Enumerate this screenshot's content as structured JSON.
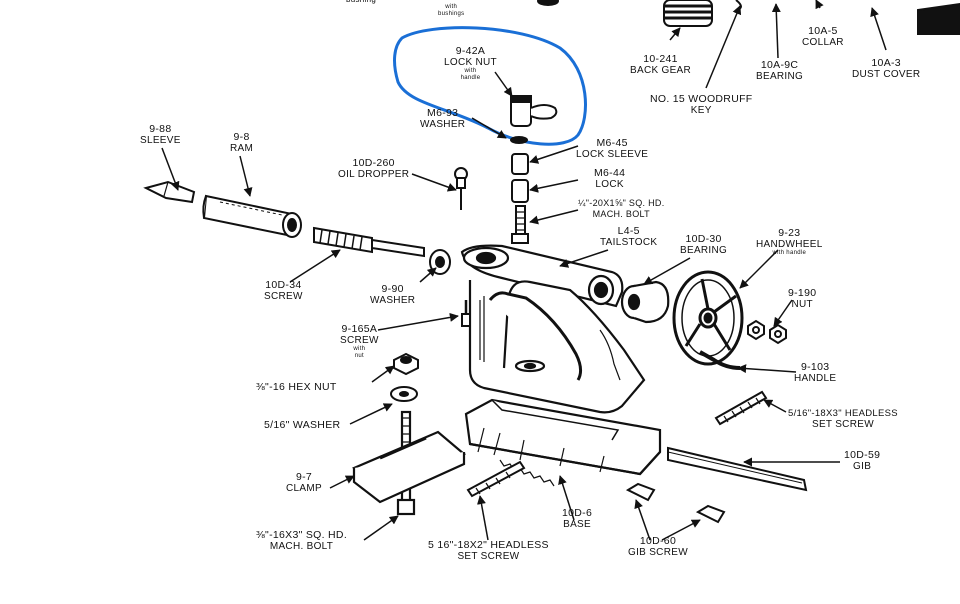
{
  "highlight_color": "#1a6fd6",
  "ink_color": "#111111",
  "labels": {
    "bushing_top": {
      "d": "bushing"
    },
    "bushing_with": {
      "n": "",
      "d": "",
      "s1": "with",
      "s2": "bushings"
    },
    "l_10_241": {
      "n": "10-241",
      "d": "BACK GEAR"
    },
    "l_woodruff": {
      "n": "NO. 15 WOODRUFF",
      "d": "KEY"
    },
    "l_10a_9c": {
      "n": "10A-9C",
      "d": "BEARING"
    },
    "l_10a_5": {
      "n": "10A-5",
      "d": "COLLAR"
    },
    "l_10a_3": {
      "n": "10A-3",
      "d": "DUST COVER"
    },
    "l_9_42a": {
      "n": "9-42A",
      "d": "LOCK NUT",
      "s1": "with",
      "s2": "handle"
    },
    "l_m6_93": {
      "n": "M6-93",
      "d": "WASHER"
    },
    "l_m6_45": {
      "n": "M6-45",
      "d": "LOCK SLEEVE"
    },
    "l_m6_44": {
      "n": "M6-44",
      "d": "LOCK"
    },
    "l_sq_bolt_top": {
      "n": "¼\"-20x1⅝\" SQ. HD.",
      "d": "MACH. BOLT"
    },
    "l_9_88": {
      "n": "9-88",
      "d": "SLEEVE"
    },
    "l_9_8": {
      "n": "9-8",
      "d": "RAM"
    },
    "l_10d_260": {
      "n": "10D-260",
      "d": "OIL DROPPER"
    },
    "l_l4_5": {
      "n": "L4-5",
      "d": "TAILSTOCK"
    },
    "l_10d_30": {
      "n": "10D-30",
      "d": "BEARING"
    },
    "l_9_23": {
      "n": "9-23",
      "d": "HANDWHEEL",
      "s": "with handle"
    },
    "l_10d_34": {
      "n": "10D-34",
      "d": "SCREW"
    },
    "l_9_90": {
      "n": "9-90",
      "d": "WASHER"
    },
    "l_9_190": {
      "n": "9-190",
      "d": "NUT"
    },
    "l_9_165a": {
      "n": "9-165A",
      "d": "SCREW",
      "s1": "with",
      "s2": "nut"
    },
    "l_9_103": {
      "n": "9-103",
      "d": "HANDLE"
    },
    "l_hex_nut": {
      "n": "⅜\"-16 HEX NUT"
    },
    "l_washer_516": {
      "n": "5/16\" WASHER"
    },
    "l_set_screw_3": {
      "n": "5/16\"-18x3\" HEADLESS",
      "d": "SET SCREW"
    },
    "l_10d_59": {
      "n": "10D-59",
      "d": "GIB"
    },
    "l_9_7": {
      "n": "9-7",
      "d": "CLAMP"
    },
    "l_10d_6": {
      "n": "10D-6",
      "d": "BASE"
    },
    "l_10d_60": {
      "n": "10D-60",
      "d": "GIB SCREW"
    },
    "l_sq_bolt_bottom": {
      "n": "⅜\"-16x3\" SQ. HD.",
      "d": "MACH. BOLT"
    },
    "l_set_screw_2": {
      "n": "5 16\"-18x2\" HEADLESS",
      "d": "SET SCREW"
    }
  }
}
